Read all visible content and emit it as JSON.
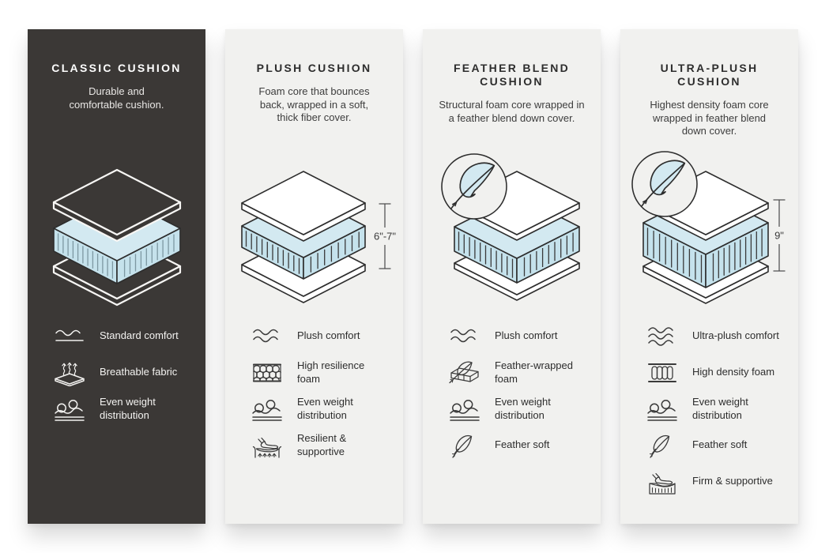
{
  "colors": {
    "page_background": "#ffffff",
    "panel_dark_bg": "#3b3836",
    "panel_light_bg": "#f1f1ef",
    "ink": "#2d2d2d",
    "cushion_blue_top": "#d3e9f1",
    "cushion_blue_side": "#c5e2ec"
  },
  "panels": [
    {
      "id": "classic-cushion",
      "theme": "dark",
      "title_lines": [
        "CLASSIC CUSHION"
      ],
      "description_lines": [
        "Durable and",
        "comfortable cushion."
      ],
      "illustration": {
        "type": "layered-cushion",
        "feather_badge": false,
        "dimension_label": null
      },
      "features": [
        {
          "icon": "wave-single",
          "label_lines": [
            "Standard comfort"
          ]
        },
        {
          "icon": "breathable",
          "label_lines": [
            "Breathable fabric"
          ]
        },
        {
          "icon": "even-weight",
          "label_lines": [
            "Even weight",
            "distribution"
          ]
        }
      ]
    },
    {
      "id": "plush-cushion",
      "theme": "light",
      "title_lines": [
        "PLUSH CUSHION"
      ],
      "description_lines": [
        "Foam core that bounces",
        "back, wrapped in a soft,",
        "thick fiber cover."
      ],
      "illustration": {
        "type": "layered-cushion",
        "feather_badge": false,
        "dimension_label": "6\"-7\""
      },
      "features": [
        {
          "icon": "wave-double",
          "label_lines": [
            "Plush comfort"
          ]
        },
        {
          "icon": "foam-cells",
          "label_lines": [
            "High resilience",
            "foam"
          ]
        },
        {
          "icon": "even-weight",
          "label_lines": [
            "Even weight",
            "distribution"
          ]
        },
        {
          "icon": "hand-press",
          "label_lines": [
            "Resilient &",
            "supportive"
          ]
        }
      ]
    },
    {
      "id": "feather-blend-cushion",
      "theme": "light",
      "title_lines": [
        "FEATHER BLEND",
        "CUSHION"
      ],
      "description_lines": [
        "Structural foam core wrapped in",
        "a feather blend down cover."
      ],
      "illustration": {
        "type": "layered-cushion",
        "feather_badge": true,
        "dimension_label": null
      },
      "features": [
        {
          "icon": "wave-double",
          "label_lines": [
            "Plush comfort"
          ]
        },
        {
          "icon": "feather-foam",
          "label_lines": [
            "Feather-wrapped",
            "foam"
          ]
        },
        {
          "icon": "even-weight",
          "label_lines": [
            "Even weight",
            "distribution"
          ]
        },
        {
          "icon": "feather",
          "label_lines": [
            "Feather soft"
          ]
        }
      ]
    },
    {
      "id": "ultra-plush-cushion",
      "theme": "light",
      "title_lines": [
        "ULTRA-PLUSH",
        "CUSHION"
      ],
      "description_lines": [
        "Highest density foam core",
        "wrapped in feather blend",
        "down cover."
      ],
      "illustration": {
        "type": "layered-cushion",
        "feather_badge": true,
        "dimension_label": "9\""
      },
      "features": [
        {
          "icon": "wave-triple",
          "label_lines": [
            "Ultra-plush comfort"
          ]
        },
        {
          "icon": "foam-bars",
          "label_lines": [
            "High density foam"
          ]
        },
        {
          "icon": "even-weight",
          "label_lines": [
            "Even weight",
            "distribution"
          ]
        },
        {
          "icon": "feather",
          "label_lines": [
            "Feather soft"
          ]
        },
        {
          "icon": "hand-press-coils",
          "label_lines": [
            "Firm & supportive"
          ]
        }
      ]
    }
  ]
}
